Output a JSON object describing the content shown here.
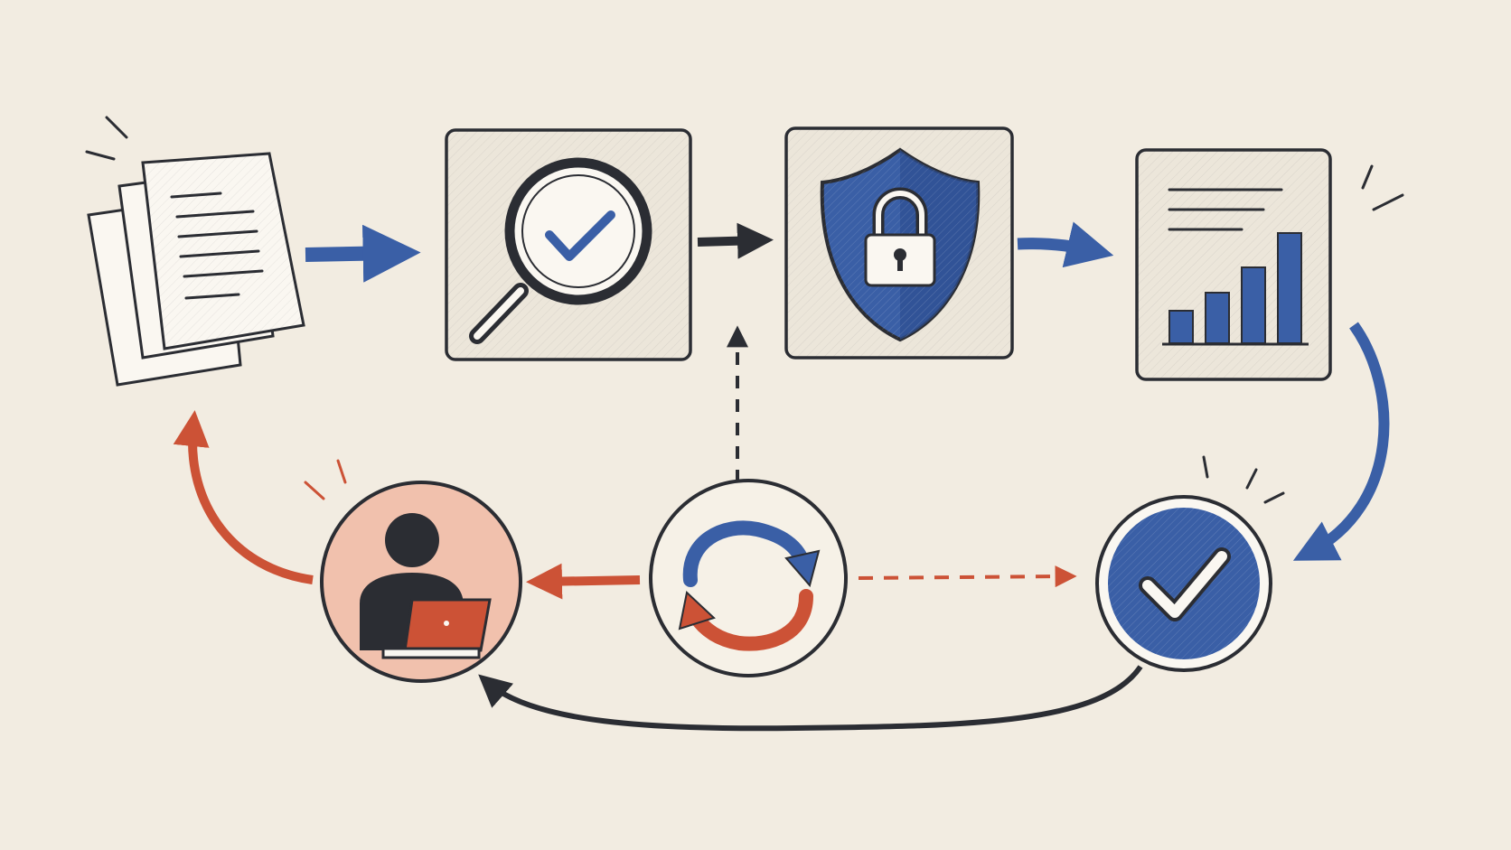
{
  "colors": {
    "background": "#f2ece1",
    "ink": "#2b2d33",
    "blue": "#3a5fa6",
    "red": "#cc5236",
    "peach": "#f1c1ad",
    "paper": "#faf7f1",
    "box_fill": "#ece6da"
  },
  "nodes": [
    {
      "id": "documents",
      "icon": "documents-icon",
      "shape": "page-stack"
    },
    {
      "id": "review",
      "icon": "magnifier-check-icon",
      "shape": "square"
    },
    {
      "id": "security",
      "icon": "shield-lock-icon",
      "shape": "square"
    },
    {
      "id": "report",
      "icon": "report-bar-chart-icon",
      "shape": "square"
    },
    {
      "id": "approved",
      "icon": "check-circle-icon",
      "shape": "circle"
    },
    {
      "id": "sync",
      "icon": "refresh-cycle-icon",
      "shape": "circle"
    },
    {
      "id": "user",
      "icon": "user-laptop-icon",
      "shape": "circle"
    }
  ],
  "edges": [
    {
      "from": "documents",
      "to": "review",
      "color": "blue",
      "style": "solid"
    },
    {
      "from": "review",
      "to": "security",
      "color": "ink",
      "style": "solid"
    },
    {
      "from": "security",
      "to": "report",
      "color": "blue",
      "style": "solid"
    },
    {
      "from": "report",
      "to": "approved",
      "color": "blue",
      "style": "solid"
    },
    {
      "from": "approved",
      "to": "user",
      "color": "ink",
      "style": "solid"
    },
    {
      "from": "user",
      "to": "documents",
      "color": "red",
      "style": "solid"
    },
    {
      "from": "sync",
      "to": "user",
      "color": "red",
      "style": "solid"
    },
    {
      "from": "sync",
      "to": "approved",
      "color": "red",
      "style": "dashed"
    },
    {
      "from": "sync",
      "to": "review-security-link",
      "color": "ink",
      "style": "dashed"
    }
  ]
}
